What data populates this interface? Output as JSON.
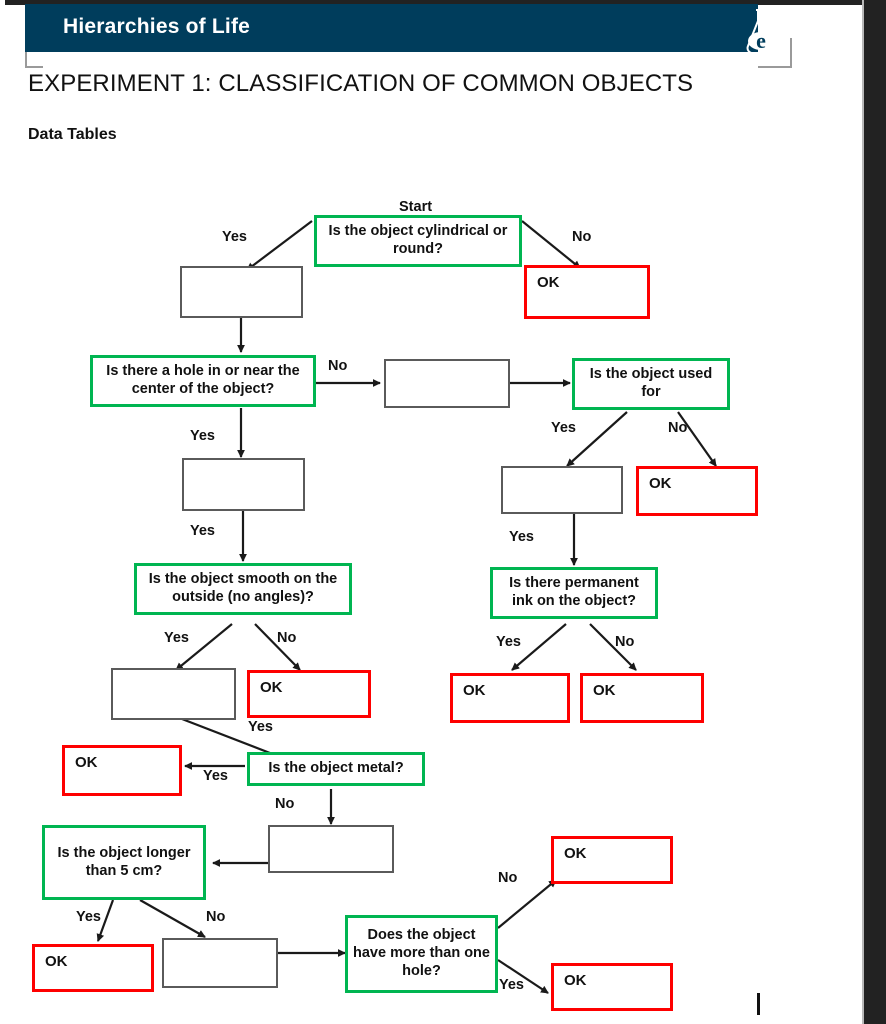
{
  "header": {
    "title": "Hierarchies of Life",
    "logo_icon": "flask-e-logo"
  },
  "document": {
    "experiment_title": "EXPERIMENT 1: CLASSIFICATION OF COMMON OBJECTS",
    "section_label": "Data Tables"
  },
  "colors": {
    "header_blue": "#003d5c",
    "question_green": "#00b551",
    "terminal_red": "#fe0000",
    "blank_grey": "#5a5a5a",
    "text_black": "#111111"
  },
  "flowchart": {
    "start_label": "Start",
    "nodes": [
      {
        "id": "q1",
        "kind": "question",
        "text": "Is the object cylindrical or round?"
      },
      {
        "id": "a1",
        "kind": "blank",
        "text": ""
      },
      {
        "id": "ok1",
        "kind": "terminal",
        "text": "OK"
      },
      {
        "id": "q2",
        "kind": "question",
        "text": "Is there a hole in or near the center of the object?"
      },
      {
        "id": "a2",
        "kind": "blank",
        "text": ""
      },
      {
        "id": "q3",
        "kind": "question",
        "text": "Is the object used for"
      },
      {
        "id": "a3",
        "kind": "blank",
        "text": ""
      },
      {
        "id": "ok2",
        "kind": "terminal",
        "text": "OK"
      },
      {
        "id": "a4",
        "kind": "blank",
        "text": ""
      },
      {
        "id": "q4",
        "kind": "question",
        "text": "Is the object smooth on the outside (no angles)?"
      },
      {
        "id": "q5",
        "kind": "question",
        "text": "Is there permanent ink on the object?"
      },
      {
        "id": "a5",
        "kind": "blank",
        "text": ""
      },
      {
        "id": "ok3",
        "kind": "terminal",
        "text": "OK"
      },
      {
        "id": "ok4",
        "kind": "terminal",
        "text": "OK"
      },
      {
        "id": "ok5",
        "kind": "terminal",
        "text": "OK"
      },
      {
        "id": "ok6",
        "kind": "terminal",
        "text": "OK"
      },
      {
        "id": "q6",
        "kind": "question",
        "text": "Is the object metal?"
      },
      {
        "id": "a6",
        "kind": "blank",
        "text": ""
      },
      {
        "id": "q7",
        "kind": "question",
        "text": "Is the object longer than 5 cm?"
      },
      {
        "id": "ok7",
        "kind": "terminal",
        "text": "OK"
      },
      {
        "id": "a7",
        "kind": "blank",
        "text": ""
      },
      {
        "id": "q8",
        "kind": "question",
        "text": "Does the object have more than one hole?"
      },
      {
        "id": "ok8",
        "kind": "terminal",
        "text": "OK"
      },
      {
        "id": "ok9",
        "kind": "terminal",
        "text": "OK"
      }
    ],
    "edge_labels": [
      {
        "id": "e1",
        "text": "Yes"
      },
      {
        "id": "e2",
        "text": "No"
      },
      {
        "id": "e3",
        "text": "No"
      },
      {
        "id": "e4",
        "text": "Yes"
      },
      {
        "id": "e5",
        "text": "Yes"
      },
      {
        "id": "e6",
        "text": "No"
      },
      {
        "id": "e7",
        "text": "Yes"
      },
      {
        "id": "e8",
        "text": "Yes"
      },
      {
        "id": "e9",
        "text": "Yes"
      },
      {
        "id": "e10",
        "text": "No"
      },
      {
        "id": "e11",
        "text": "Yes"
      },
      {
        "id": "e12",
        "text": "No"
      },
      {
        "id": "e13",
        "text": "Yes"
      },
      {
        "id": "e14",
        "text": "Yes"
      },
      {
        "id": "e15",
        "text": "No"
      },
      {
        "id": "e16",
        "text": "Yes"
      },
      {
        "id": "e17",
        "text": "No"
      },
      {
        "id": "e18",
        "text": "No"
      },
      {
        "id": "e19",
        "text": "Yes"
      }
    ]
  }
}
